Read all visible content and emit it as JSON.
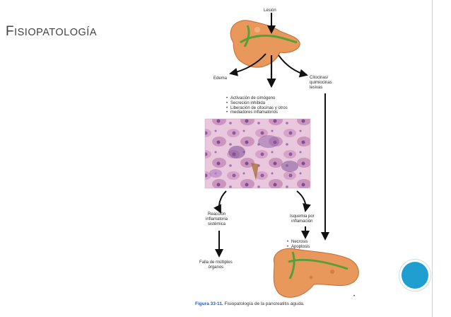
{
  "slide": {
    "title_first": "F",
    "title_rest": "ISIOPATOLOGÍA"
  },
  "diagram": {
    "lesion": "Lesión",
    "edema": "Edema",
    "citocinas": [
      "Citocinas/",
      "quimiocinas",
      "lesivas"
    ],
    "bullets": [
      "Activación de cimógeno",
      "Secreción inhibida",
      "Liberación de citocinas y otros",
      "mediadores inflamatorios"
    ],
    "reaccion": [
      "Reacción",
      "inflamatoria",
      "sistémica"
    ],
    "isquemia": [
      "Isquemia por",
      "inflamación"
    ],
    "necrosis": [
      "Necrosis",
      "Apoptosis"
    ],
    "falla": [
      "Falla de múltiples",
      "órganos"
    ]
  },
  "caption": {
    "figure": "Figura 33-11.",
    "text": "Fisiopatología de la pancreatitis aguda."
  },
  "colors": {
    "accent": "#1e9fd0",
    "pancreas": "#e8985a",
    "duct": "#5a9e3a"
  }
}
